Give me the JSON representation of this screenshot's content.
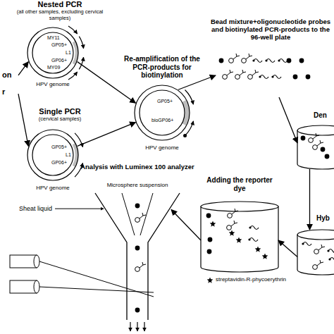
{
  "diagram": {
    "nodes": [
      {
        "text": [
          "on",
          "r"
        ]
      },
      {
        "text": [
          "Nested PCR",
          "(all other samples, excluding cervical samples)",
          "MY11",
          "GP05+",
          "L1",
          "GP06+",
          "MY09",
          "HPV genome"
        ]
      },
      {
        "text": [
          "Single PCR",
          "(cervical samples)",
          "GP05+",
          "L1",
          "GP06+",
          "HPV genome"
        ]
      },
      {
        "text": [
          "Re-amplification of the PCR-products for biotinylation",
          "GP05+",
          "bioGP06+",
          "HPV genome"
        ]
      },
      {
        "text": [
          "Bead mixture+oligonucleotide probes and biotinylated PCR-products to the 96-well plate"
        ]
      },
      {
        "text": [
          "Den"
        ]
      },
      {
        "text": [
          "Hyb"
        ]
      },
      {
        "text": [
          "Adding the reporter dye",
          "streptavidin-R-phycoerythrin"
        ]
      },
      {
        "text": [
          "Analysis with Luminex 100 analyzer",
          "Microsphere suspension"
        ]
      }
    ],
    "edges": [
      {
        "from": 0,
        "to": 1,
        "arrow": "to"
      },
      {
        "from": 0,
        "to": 2,
        "arrow": "to"
      },
      {
        "from": 1,
        "to": 3,
        "arrow": "to"
      },
      {
        "from": 2,
        "to": 3,
        "arrow": "to"
      },
      {
        "from": 3,
        "to": 4,
        "arrow": "to"
      },
      {
        "from": 4,
        "to": 5,
        "arrow": "to"
      },
      {
        "from": 5,
        "to": 6,
        "arrow": "to"
      },
      {
        "from": 6,
        "to": 7,
        "arrow": "to"
      },
      {
        "from": 7,
        "to": 8,
        "arrow": "to"
      }
    ],
    "labels": [
      "Sheat liquid"
    ]
  }
}
